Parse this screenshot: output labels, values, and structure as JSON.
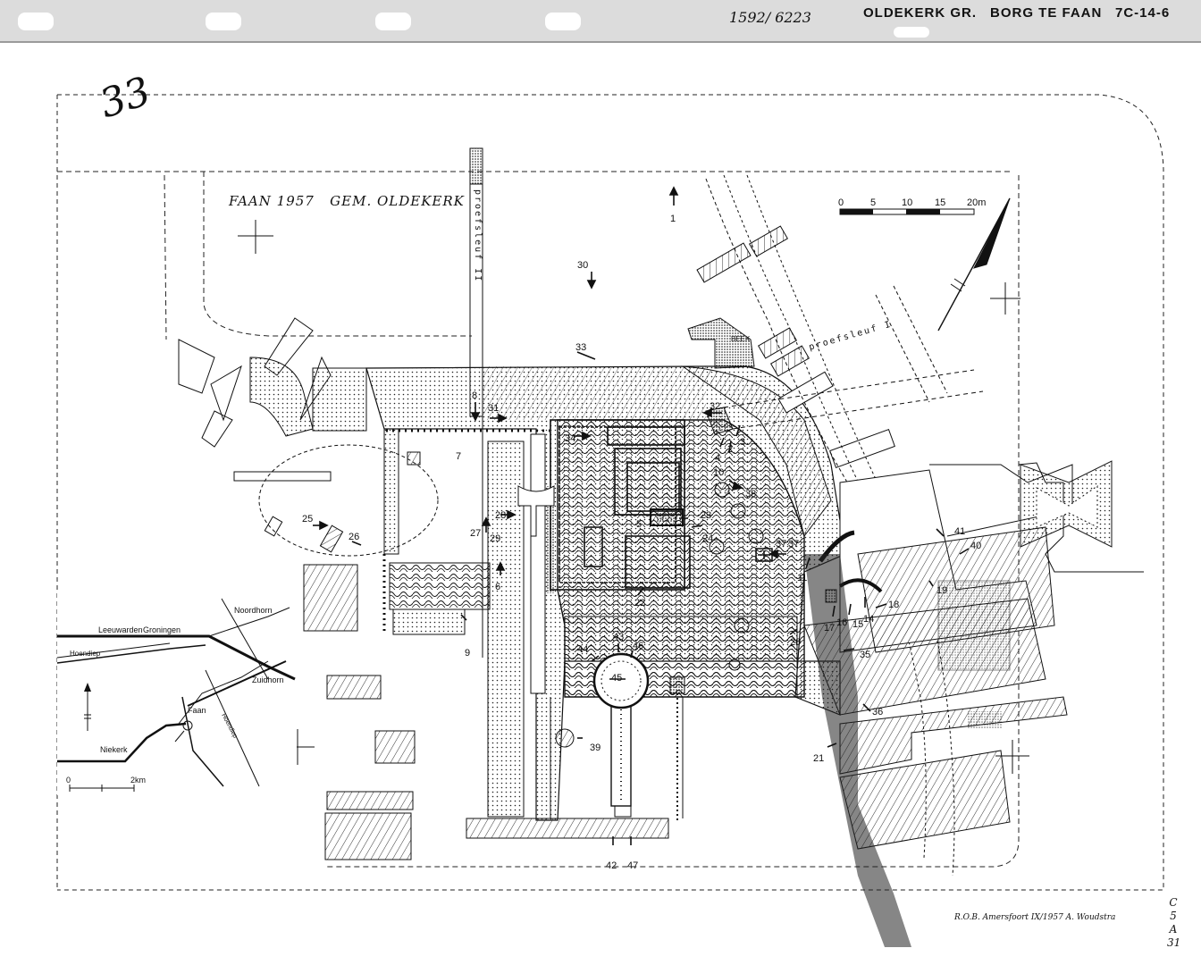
{
  "header": {
    "catalog_number": "1592/ 6223",
    "place": "OLDEKERK GR.",
    "site": "BORG TE FAAN",
    "sheet_code": "7C-14-6"
  },
  "margin_note": "33",
  "map": {
    "title": "FAAN 1957",
    "municipality": "GEM. OLDEKERK",
    "trench_1": "proefsleuf I",
    "trench_2": "proefsleuf II",
    "stream_label": "BEEK",
    "scale_ticks": [
      "0",
      "5",
      "10",
      "15",
      "20m"
    ],
    "credit": "R.O.B. Amersfoort IX/1957  A. Woudstra",
    "side_code": [
      "C",
      "5",
      "A",
      "31"
    ]
  },
  "inset": {
    "places": [
      "Leeuwarden",
      "Groningen",
      "Hoendiep",
      "Noordhorn",
      "Zuidhorn",
      "Faan",
      "Niekerk",
      "Hoendiep"
    ],
    "scale_ticks": [
      "0",
      "2km"
    ]
  },
  "photo_points": [
    {
      "n": "1"
    },
    {
      "n": "2"
    },
    {
      "n": "3"
    },
    {
      "n": "4"
    },
    {
      "n": "5"
    },
    {
      "n": "6"
    },
    {
      "n": "7"
    },
    {
      "n": "8"
    },
    {
      "n": "9"
    },
    {
      "n": "10"
    },
    {
      "n": "11"
    },
    {
      "n": "14"
    },
    {
      "n": "15"
    },
    {
      "n": "16"
    },
    {
      "n": "17"
    },
    {
      "n": "18"
    },
    {
      "n": "19"
    },
    {
      "n": "20"
    },
    {
      "n": "21"
    },
    {
      "n": "22"
    },
    {
      "n": "23"
    },
    {
      "n": "24"
    },
    {
      "n": "25"
    },
    {
      "n": "26"
    },
    {
      "n": "27"
    },
    {
      "n": "28"
    },
    {
      "n": "29"
    },
    {
      "n": "30"
    },
    {
      "n": "31"
    },
    {
      "n": "32"
    },
    {
      "n": "33"
    },
    {
      "n": "34"
    },
    {
      "n": "35"
    },
    {
      "n": "36"
    },
    {
      "n": "37"
    },
    {
      "n": "37"
    },
    {
      "n": "38"
    },
    {
      "n": "39"
    },
    {
      "n": "40"
    },
    {
      "n": "41"
    },
    {
      "n": "42"
    },
    {
      "n": "43"
    },
    {
      "n": "44"
    },
    {
      "n": "45"
    },
    {
      "n": "46"
    },
    {
      "n": "47"
    }
  ],
  "colors": {
    "ink": "#111111",
    "paper": "#ffffff",
    "strip": "#dcdcdc"
  }
}
